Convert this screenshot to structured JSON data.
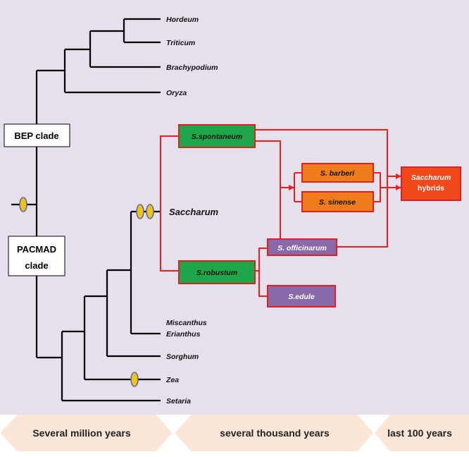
{
  "colors": {
    "background": "#e6dfec",
    "tree_line": "#000000",
    "hybrid_line": "#ee1c1c",
    "box_green": "#1fa64a",
    "box_orange": "#ee7c1a",
    "box_purple": "#8a69a8",
    "box_hybrid": "#f04a1c",
    "box_border": "#e41e1e",
    "marker_fill": "#f2c218",
    "marker_stroke": "#5a6aa0",
    "timeline_arrow": "#fbe6d8"
  },
  "taxa": {
    "hordeum": "Hordeum",
    "triticum": "Triticum",
    "brachypodium": "Brachypodium",
    "oryza": "Oryza",
    "saccharum": "Saccharum",
    "miscanthus": "Miscanthus",
    "erianthus": "Erianthus",
    "sorghum": "Sorghum",
    "zea": "Zea",
    "setaria": "Setaria"
  },
  "clades": {
    "bep": "BEP clade",
    "pacmad_line1": "PACMAD",
    "pacmad_line2": "clade"
  },
  "boxes": {
    "spontaneum": "S.spontaneum",
    "barberi": "S. barberi",
    "sinense": "S. sinense",
    "hybrids_line1": "Saccharum",
    "hybrids_line2": "hybrids",
    "officinarum": "S. officinarum",
    "robustum": "S.robustum",
    "edule": "S.edule"
  },
  "timeline": {
    "million": "Several million years",
    "thousand": "several thousand years",
    "recent": "last 100 years"
  }
}
